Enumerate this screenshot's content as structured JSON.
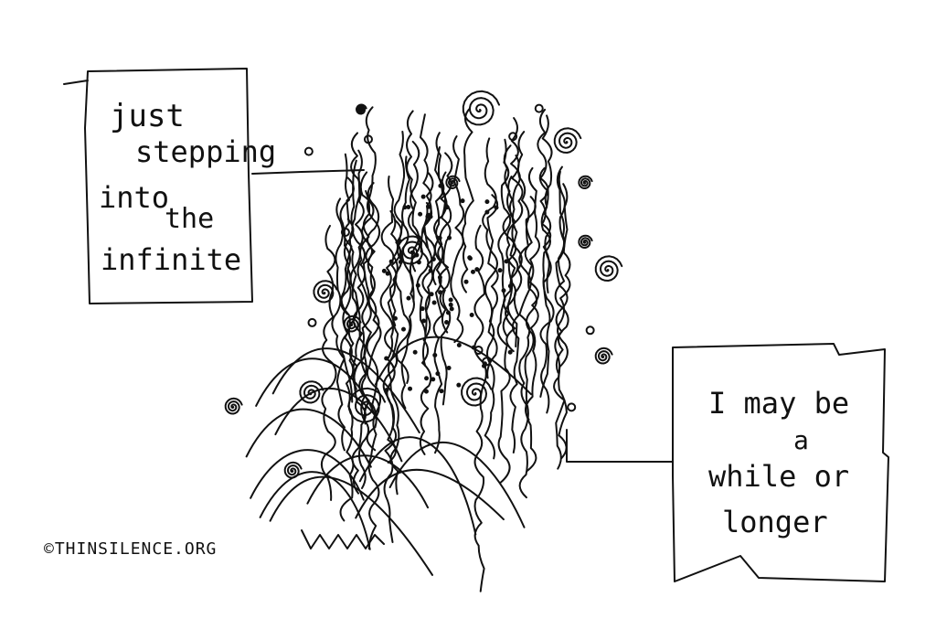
{
  "left_caption": {
    "lines": [
      "just",
      "stepping",
      "into",
      "the",
      "infinite"
    ]
  },
  "right_caption": {
    "lines": [
      "I may be",
      "a",
      "while or",
      "longer"
    ]
  },
  "credit": "©THINSILENCE.ORG",
  "colors": {
    "ink": "#111111",
    "paper": "#ffffff"
  }
}
